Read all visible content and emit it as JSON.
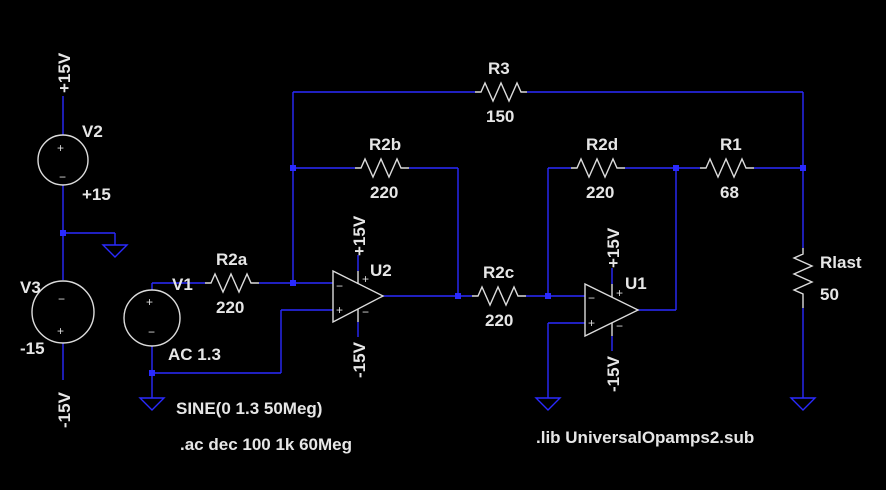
{
  "components": {
    "V1": {
      "name": "V1",
      "value": "AC 1.3",
      "spec": "SINE(0 1.3 50Meg)"
    },
    "V2": {
      "name": "V2",
      "value": "+15"
    },
    "V3": {
      "name": "V3",
      "value": "-15"
    },
    "R3": {
      "name": "R3",
      "value": "150"
    },
    "R2b": {
      "name": "R2b",
      "value": "220"
    },
    "R2a": {
      "name": "R2a",
      "value": "220"
    },
    "R2c": {
      "name": "R2c",
      "value": "220"
    },
    "R2d": {
      "name": "R2d",
      "value": "220"
    },
    "R1": {
      "name": "R1",
      "value": "68"
    },
    "Rlast": {
      "name": "Rlast",
      "value": "50"
    },
    "U1": {
      "name": "U1"
    },
    "U2": {
      "name": "U2"
    }
  },
  "net_labels": {
    "plus15": "+15V",
    "minus15": "-15V"
  },
  "directives": {
    "ac": ".ac dec 100 1k 60Meg",
    "lib": ".lib UniversalOpamps2.sub"
  },
  "colors": {
    "background": "#000000",
    "wire": "#2a2aff",
    "component": "#dcdcdc",
    "text": "#e6e6e6"
  }
}
